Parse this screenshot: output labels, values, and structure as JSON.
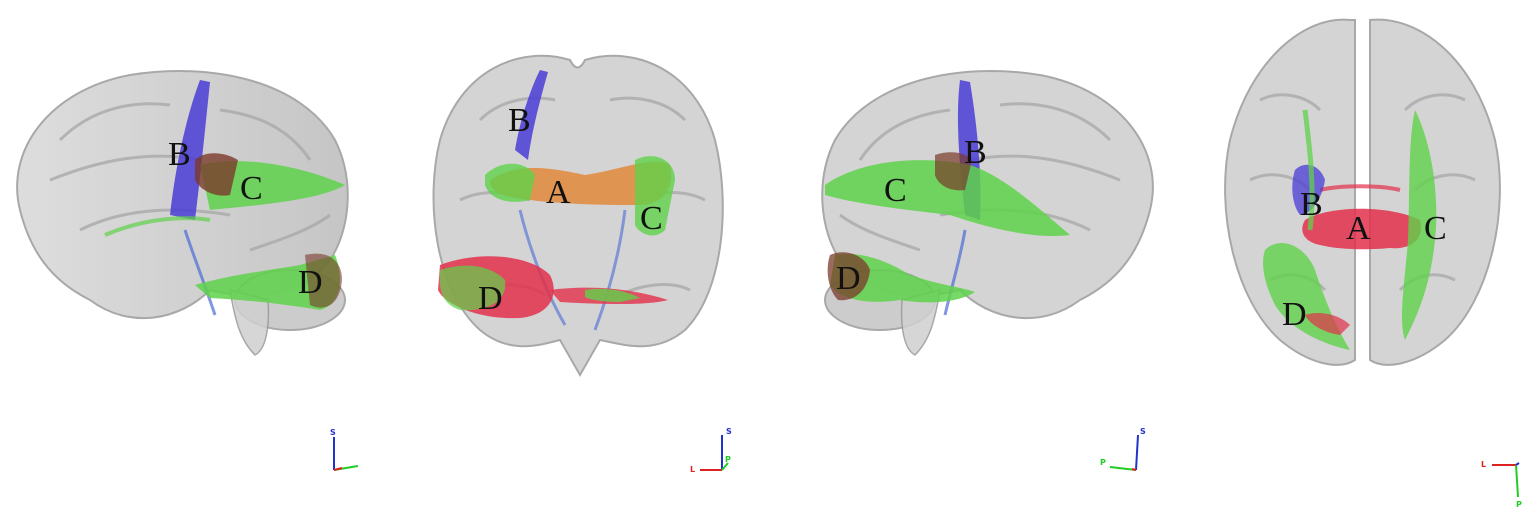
{
  "figure": {
    "panels": [
      {
        "view": "sagittal-left",
        "labels": [
          "B",
          "C",
          "D"
        ],
        "axes": {
          "vertical": "S",
          "horizontal": "",
          "diagonal": ""
        }
      },
      {
        "view": "coronal",
        "labels": [
          "A",
          "B",
          "C",
          "D"
        ],
        "axes": {
          "vertical": "S",
          "horizontal": "L",
          "diagonal": "P"
        }
      },
      {
        "view": "sagittal-right",
        "labels": [
          "B",
          "C",
          "D"
        ],
        "axes": {
          "vertical": "S",
          "horizontal": "P",
          "diagonal": ""
        }
      },
      {
        "view": "axial",
        "labels": [
          "A",
          "B",
          "C",
          "D"
        ],
        "axes": {
          "vertical": "P",
          "horizontal": "L",
          "diagonal": ""
        }
      }
    ],
    "colors": {
      "brain_fill": "#c9c9c9",
      "brain_edge": "#9a9a9a",
      "tract_blue": "#4a3cd6",
      "tract_green": "#5fd24a",
      "tract_red": "#e2304a",
      "tract_orange": "#e0883a",
      "tract_brown": "#7a3a2a",
      "axis_blue": "#2233cc",
      "axis_red": "#dd2222",
      "axis_green": "#22cc22"
    }
  }
}
